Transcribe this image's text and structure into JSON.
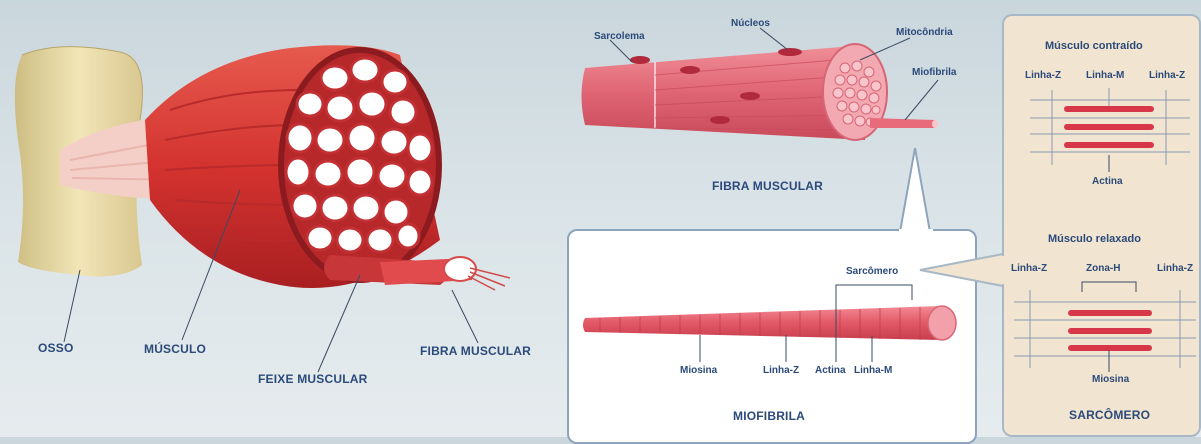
{
  "labels": {
    "osso": "OSSO",
    "musculo": "MÚSCULO",
    "feixe": "FEIXE MUSCULAR",
    "fibra_left": "FIBRA MUSCULAR",
    "sarcolema": "Sarcolema",
    "nucleos": "Núcleos",
    "mitocondria": "Mitocôndria",
    "miofibrila_small": "Miofibrila",
    "fibra_title": "FIBRA MUSCULAR",
    "sarcomero_small": "Sarcômero",
    "miosina": "Miosina",
    "linha_z": "Linha-Z",
    "actina": "Actina",
    "linha_m": "Linha-M",
    "miofibrila_title": "MIOFIBRILA"
  },
  "sarcomere_panel": {
    "contracted": {
      "title": "Músculo contraído",
      "left_label": "Linha-Z",
      "mid_label": "Linha-M",
      "right_label": "Linha-Z",
      "bottom_label": "Actina"
    },
    "relaxed": {
      "title": "Músculo relaxado",
      "left_label": "Linha-Z",
      "mid_label": "Zona-H",
      "right_label": "Linha-Z",
      "bottom_label": "Miosina"
    },
    "title": "SARCÔMERO"
  },
  "colors": {
    "label_text": "#2b4a7a",
    "muscle_red": "#d83a3a",
    "fiber_pink": "#e06a78",
    "bone": "#e8d9a6",
    "sarcomere_bg": "#f1e4d0"
  }
}
